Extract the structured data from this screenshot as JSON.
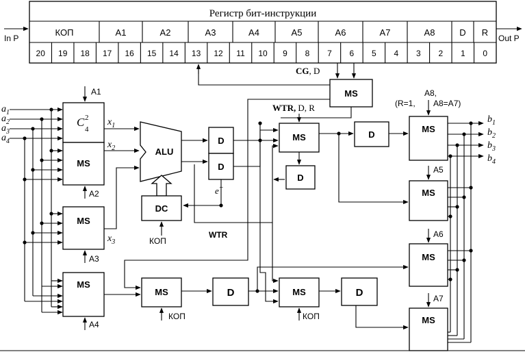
{
  "register": {
    "title": "Регистр бит-инструкции",
    "in_label": "In P",
    "out_label": "Out P",
    "fields": [
      "КОП",
      "A1",
      "A2",
      "A3",
      "A4",
      "A5",
      "A6",
      "A7",
      "A8",
      "D",
      "R"
    ],
    "bits": [
      "20",
      "19",
      "18",
      "17",
      "16",
      "15",
      "14",
      "13",
      "12",
      "11",
      "10",
      "9",
      "8",
      "7",
      "6",
      "5",
      "4",
      "3",
      "2",
      "1",
      "0"
    ]
  },
  "inputs": {
    "a1": {
      "base": "a",
      "sub": "1"
    },
    "a2": {
      "base": "a",
      "sub": "2"
    },
    "a3": {
      "base": "a",
      "sub": "3"
    },
    "a4": {
      "base": "a",
      "sub": "4"
    }
  },
  "outputs": {
    "b1": {
      "base": "b",
      "sub": "1"
    },
    "b2": {
      "base": "b",
      "sub": "2"
    },
    "b3": {
      "base": "b",
      "sub": "3"
    },
    "b4": {
      "base": "b",
      "sub": "4"
    }
  },
  "blocks": {
    "comb": {
      "base": "C",
      "sup": "2",
      "sub": "4"
    },
    "ms": "MS",
    "alu": "ALU",
    "d": "D",
    "dc": "DC"
  },
  "signals": {
    "x1": {
      "base": "x",
      "sub": "1"
    },
    "x2": {
      "base": "x",
      "sub": "2"
    },
    "x3": {
      "base": "x",
      "sub": "3"
    },
    "a1": "A1",
    "a2": "A2",
    "a3": "A3",
    "a4": "A4",
    "a5": "A5",
    "a6": "A6",
    "a7": "A7",
    "a8_line1": "A8,",
    "a8_line2_left": "(R=1,",
    "a8_line2_right": "A8=A7)",
    "cg_bold": "CG",
    "cg_rest": ", D",
    "wtr_bold": "WTR,",
    "wtr_rest": "D, R",
    "wtr": "WTR",
    "eplus": {
      "base": "e",
      "sup": "+"
    },
    "kop": "КОП"
  }
}
